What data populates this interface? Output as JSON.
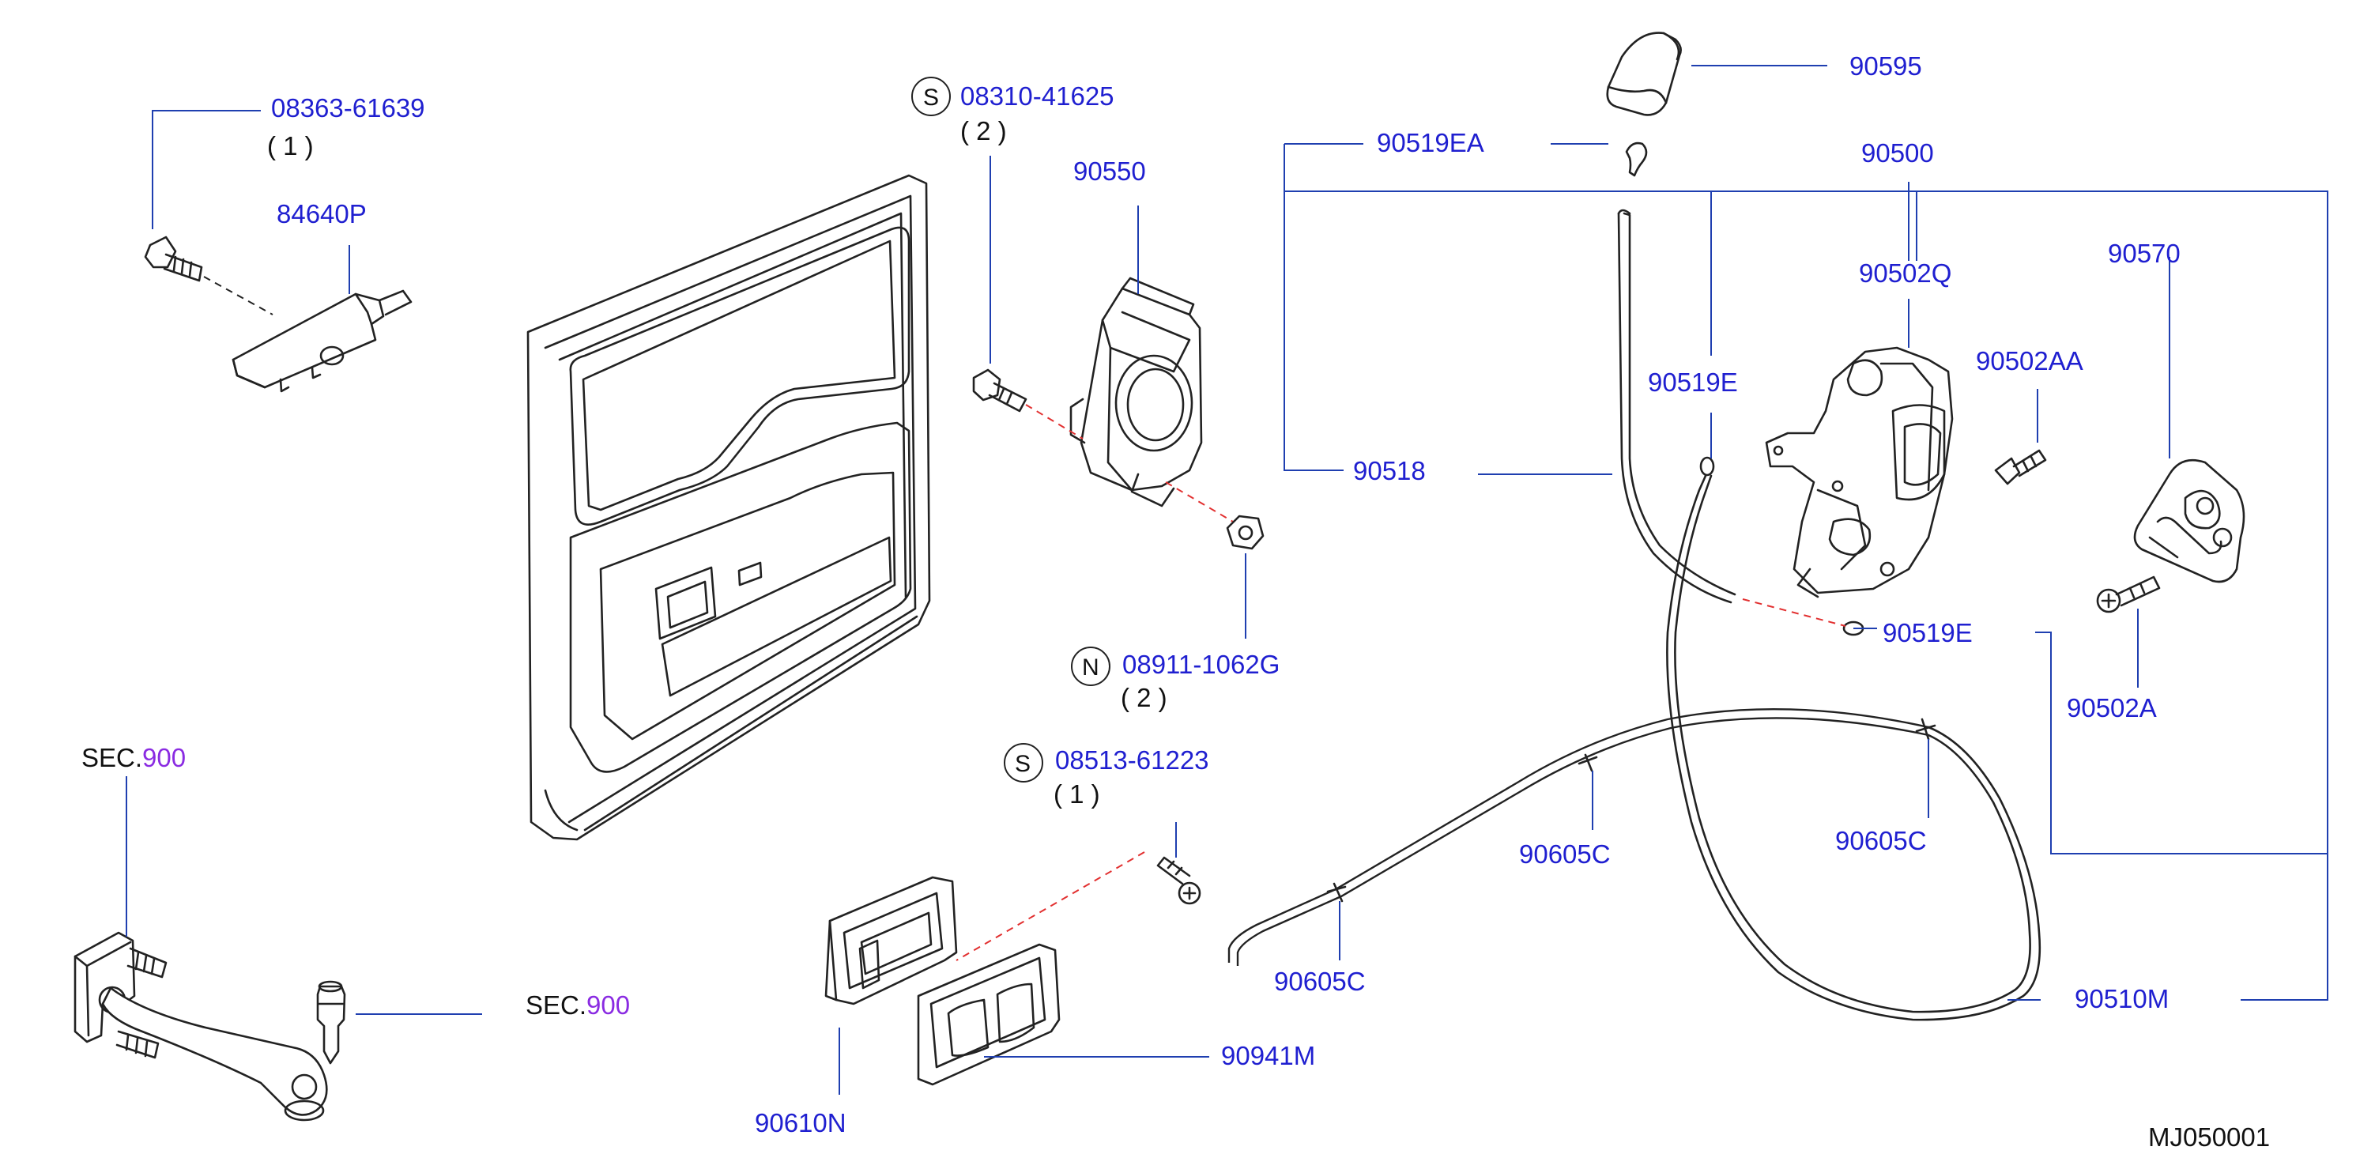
{
  "diagram_code": "MJ050001",
  "section_ref": {
    "prefix": "SEC.",
    "number": "900"
  },
  "labels": {
    "p08363": "08363-61639",
    "p08363_qty": "( 1 )",
    "p84640P": "84640P",
    "p08310_circle": "S",
    "p08310": "08310-41625",
    "p08310_qty": "( 2 )",
    "p90550": "90550",
    "p08911_circle": "N",
    "p08911": "08911-1062G",
    "p08911_qty": "( 2 )",
    "p08513_circle": "S",
    "p08513": "08513-61223",
    "p08513_qty": "( 1 )",
    "p90595": "90595",
    "p90519EA": "90519EA",
    "p90500": "90500",
    "p90502Q": "90502Q",
    "p90570": "90570",
    "p90502AA": "90502AA",
    "p90519E_a": "90519E",
    "p90518": "90518",
    "p90519E_b": "90519E",
    "p90502A": "90502A",
    "p90605C_a": "90605C",
    "p90605C_b": "90605C",
    "p90605C_c": "90605C",
    "p90510M": "90510M",
    "p90941M": "90941M",
    "p90610N": "90610N"
  }
}
